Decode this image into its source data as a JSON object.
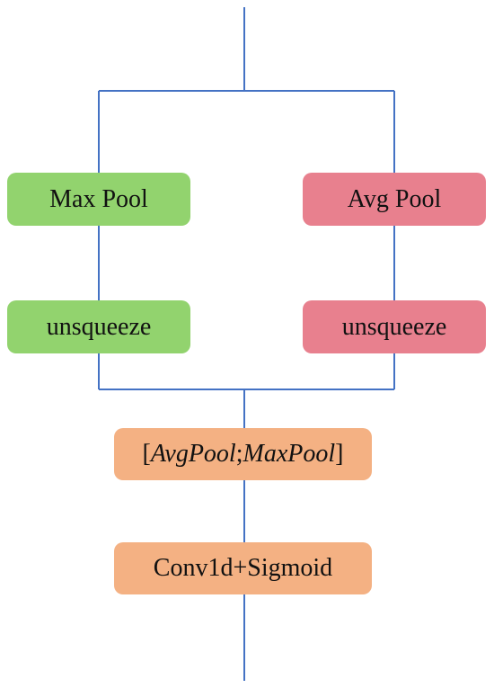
{
  "colors": {
    "line": "#4472c4",
    "max_branch": "#92d36e",
    "avg_branch": "#e8808e",
    "merge": "#f4b183"
  },
  "left_branch": {
    "pool_label": "Max Pool",
    "unsqueeze_label": "unsqueeze"
  },
  "right_branch": {
    "pool_label": "Avg Pool",
    "unsqueeze_label": "unsqueeze"
  },
  "concat": {
    "open": "[",
    "first": "AvgPool",
    "separator": ";",
    "second": "MaxPool",
    "close": "]"
  },
  "conv_label": "Conv1d+Sigmoid"
}
